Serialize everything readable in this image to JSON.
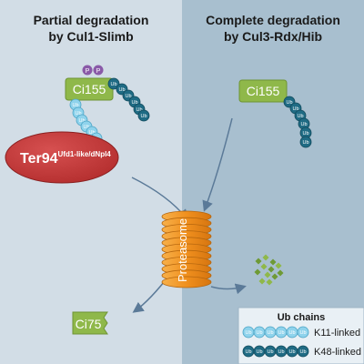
{
  "left_panel": {
    "title_line1": "Partial degradation",
    "title_line2": "by Cul1-Slimb",
    "ci155": "Ci155",
    "phospho_label": "P",
    "ub_label": "Ub",
    "ter94_main": "Ter94",
    "ter94_sup": "Ufd1-like/dNpl4",
    "ci75": "Ci75"
  },
  "right_panel": {
    "title_line1": "Complete degradation",
    "title_line2": "by Cul3-Rdx/Hib",
    "ci155": "Ci155",
    "ub_label": "Ub"
  },
  "proteasome_label": "Proteasome",
  "legend": {
    "title": "Ub chains",
    "item1": "K11-linked",
    "item2": "K48-linked",
    "ub_label": "Ub"
  },
  "colors": {
    "left_bg": "#d2dde6",
    "right_bg": "#a8bfcf",
    "ci_green": "#8fb84a",
    "k11_ub": "#8fd3ec",
    "k48_ub": "#1f6b84",
    "ter94_red": "#c73c3c",
    "proteasome_orange": "#f0901e",
    "phospho_purple": "#8a5aa8",
    "arrow_blue": "#5b7a98"
  }
}
